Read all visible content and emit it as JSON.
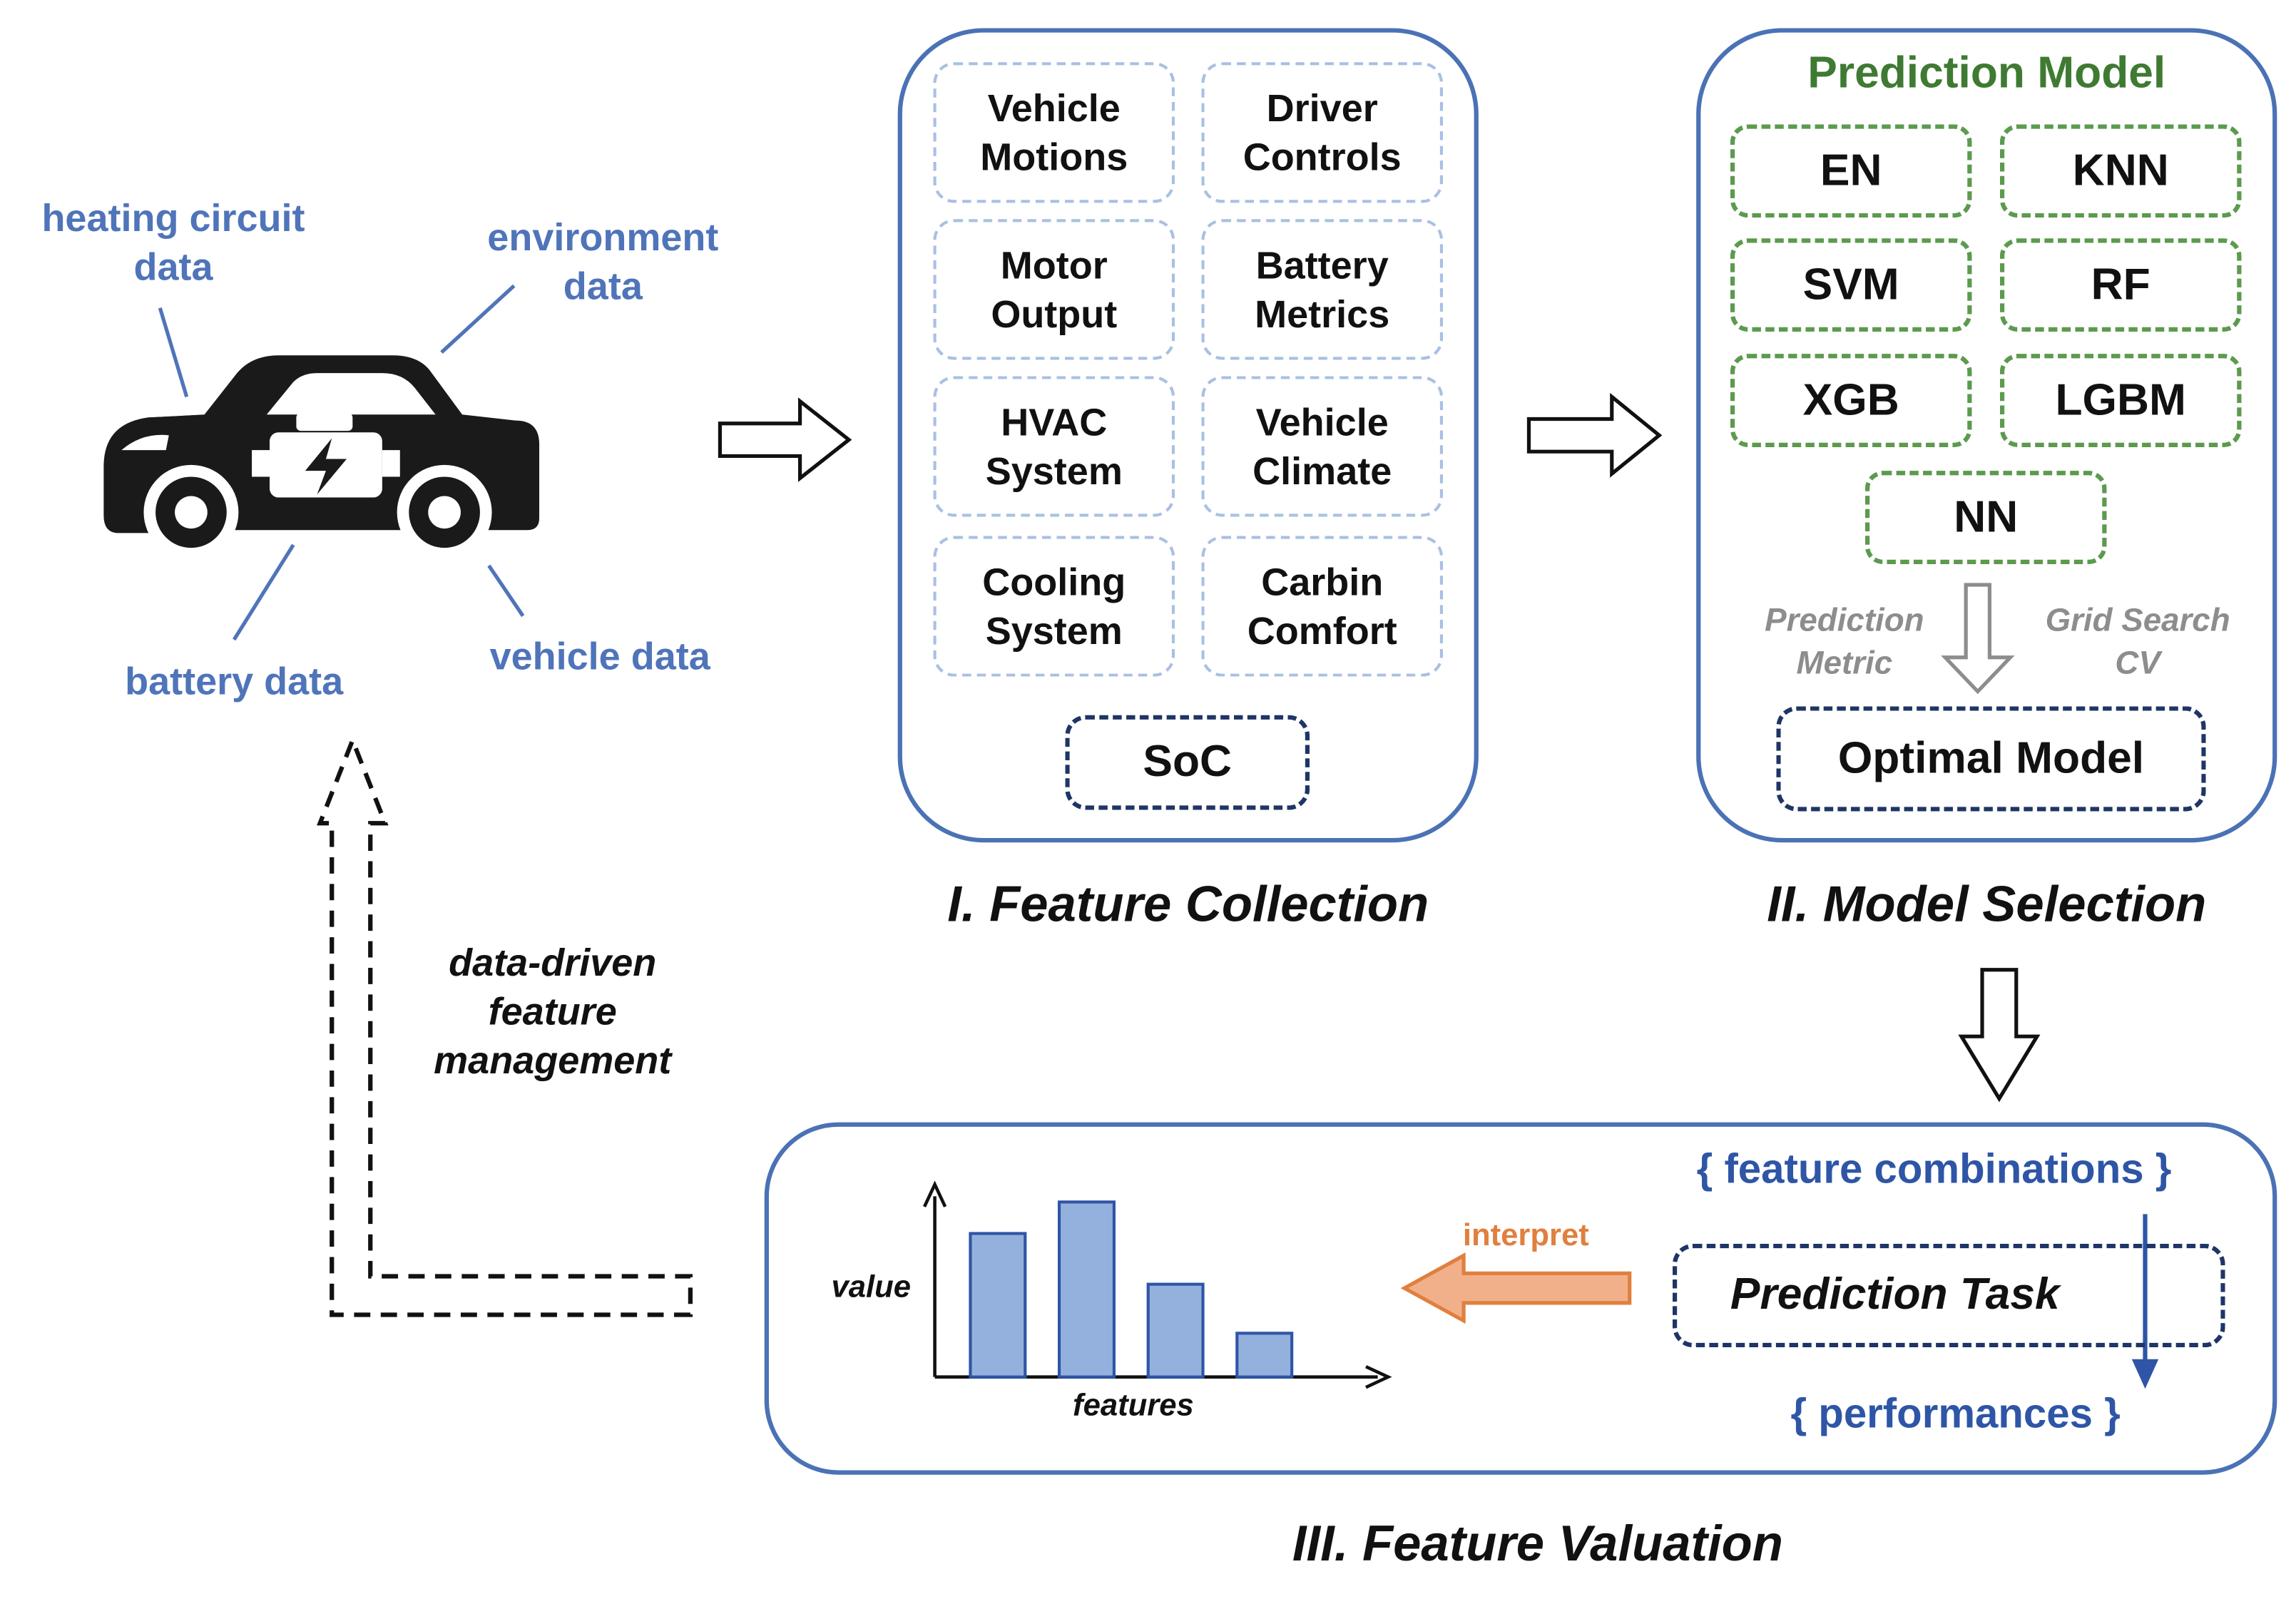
{
  "vehicle_labels": {
    "heating_circuit": [
      "heating circuit",
      "data"
    ],
    "environment": [
      "environment",
      "data"
    ],
    "battery": "battery data",
    "vehicle": "vehicle data"
  },
  "feedback_label": [
    "data-driven",
    "feature",
    "management"
  ],
  "feature_collection": {
    "caption": "I. Feature Collection",
    "features": [
      [
        "Vehicle",
        "Motions"
      ],
      [
        "Driver",
        "Controls"
      ],
      [
        "Motor",
        "Output"
      ],
      [
        "Battery",
        "Metrics"
      ],
      [
        "HVAC",
        "System"
      ],
      [
        "Vehicle",
        "Climate"
      ],
      [
        "Cooling",
        "System"
      ],
      [
        "Carbin",
        "Comfort"
      ]
    ],
    "target": "SoC"
  },
  "model_selection": {
    "title": "Prediction Model",
    "caption": "II. Model Selection",
    "models": [
      "EN",
      "KNN",
      "SVM",
      "RF",
      "XGB",
      "LGBM",
      "NN"
    ],
    "left_note": [
      "Prediction",
      "Metric"
    ],
    "right_note": [
      "Grid Search",
      "CV"
    ],
    "optimal": "Optimal Model"
  },
  "feature_valuation": {
    "caption": "III. Feature Valuation",
    "combinations": "{ feature combinations }",
    "task": "Prediction Task",
    "performances": "{ performances }",
    "interpret": "interpret"
  },
  "chart_data": {
    "type": "bar",
    "categories": [
      "",
      "",
      "",
      ""
    ],
    "values": [
      0.82,
      1.0,
      0.53,
      0.25
    ],
    "xlabel": "features",
    "ylabel": "value",
    "ylim": [
      0,
      1.1
    ],
    "color": "#94b0dd"
  },
  "colors": {
    "panel_border": "#4a72b5",
    "feature_dash": "#a9c0e3",
    "model_green": "#5c9a4e",
    "title_green": "#3f7a33",
    "navy": "#1f3566",
    "label_blue": "#4f74b9",
    "interpret_orange": "#e0803e",
    "arrow_fill_orange": "#f2b08a",
    "gray": "#8d8d8d"
  }
}
